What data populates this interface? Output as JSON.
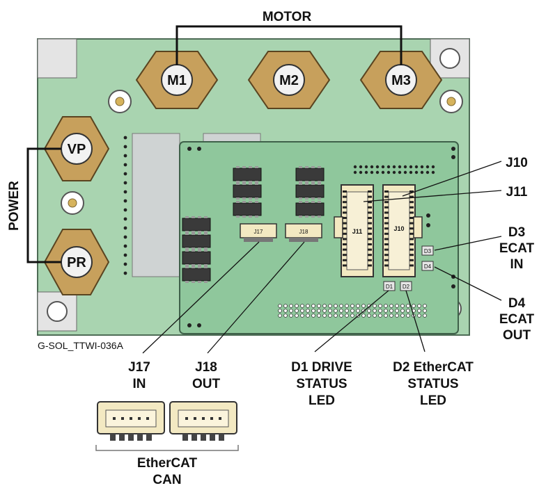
{
  "title": "MOTOR",
  "power_label": "POWER",
  "part_number": "G-SOL_TTWI-036A",
  "terminals": {
    "motor": [
      "M1",
      "M2",
      "M3"
    ],
    "power": [
      "VP",
      "PR"
    ]
  },
  "connectors": {
    "j10": "J10",
    "j11": "J11",
    "j17": "J17",
    "j18": "J18"
  },
  "leds": {
    "d1": "D1",
    "d2": "D2",
    "d3": "D3",
    "d4": "D4"
  },
  "callouts": {
    "j10": [
      "J10"
    ],
    "j11": [
      "J11"
    ],
    "d3": [
      "D3",
      "ECAT",
      "IN"
    ],
    "d4": [
      "D4",
      "ECAT",
      "OUT"
    ],
    "j17": [
      "J17",
      "IN"
    ],
    "j18": [
      "J18",
      "OUT"
    ],
    "d1": [
      "D1 DRIVE",
      "STATUS",
      "LED"
    ],
    "d2": [
      "D2 EtherCAT",
      "STATUS",
      "LED"
    ],
    "bottom": [
      "EtherCAT",
      "CAN"
    ]
  },
  "colors": {
    "board": "#a9d4b0",
    "board_edge": "#4d6b55",
    "sub_board": "#8fc79c",
    "terminal": "#c7a05c",
    "connector_body": "#f3e9c2",
    "chip": "#3a3a3a"
  }
}
